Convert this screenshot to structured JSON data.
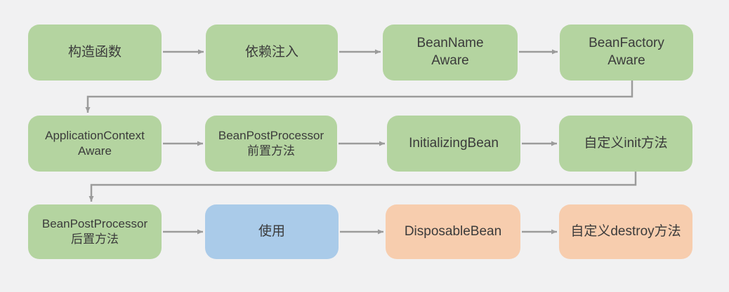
{
  "diagram_title": "Spring Bean lifecycle flowchart",
  "colors": {
    "background": "#f1f1f2",
    "green": "#b4d4a0",
    "blue": "#aacbe9",
    "orange": "#f7cdae",
    "arrow": "#9b9b9b",
    "text": "#3b3b3b"
  },
  "nodes": [
    {
      "id": "constructor",
      "label": "构造函数",
      "color": "green"
    },
    {
      "id": "dependency-injection",
      "label": "依赖注入",
      "color": "green"
    },
    {
      "id": "bean-name-aware",
      "label": "BeanName\nAware",
      "color": "green"
    },
    {
      "id": "bean-factory-aware",
      "label": "BeanFactory\nAware",
      "color": "green"
    },
    {
      "id": "application-context-aware",
      "label": "ApplicationContext\nAware",
      "color": "green"
    },
    {
      "id": "bean-post-processor-before",
      "label": "BeanPostProcessor\n前置方法",
      "color": "green"
    },
    {
      "id": "initializing-bean",
      "label": "InitializingBean",
      "color": "green"
    },
    {
      "id": "custom-init",
      "label": "自定义init方法",
      "color": "green"
    },
    {
      "id": "bean-post-processor-after",
      "label": "BeanPostProcessor\n后置方法",
      "color": "green"
    },
    {
      "id": "in-use",
      "label": "使用",
      "color": "blue"
    },
    {
      "id": "disposable-bean",
      "label": "DisposableBean",
      "color": "orange"
    },
    {
      "id": "custom-destroy",
      "label": "自定义destroy方法",
      "color": "orange"
    }
  ],
  "edges": [
    {
      "from": "constructor",
      "to": "dependency-injection",
      "type": "straight"
    },
    {
      "from": "dependency-injection",
      "to": "bean-name-aware",
      "type": "straight"
    },
    {
      "from": "bean-name-aware",
      "to": "bean-factory-aware",
      "type": "straight"
    },
    {
      "from": "bean-factory-aware",
      "to": "application-context-aware",
      "type": "elbow"
    },
    {
      "from": "application-context-aware",
      "to": "bean-post-processor-before",
      "type": "straight"
    },
    {
      "from": "bean-post-processor-before",
      "to": "initializing-bean",
      "type": "straight"
    },
    {
      "from": "initializing-bean",
      "to": "custom-init",
      "type": "straight"
    },
    {
      "from": "custom-init",
      "to": "bean-post-processor-after",
      "type": "elbow"
    },
    {
      "from": "bean-post-processor-after",
      "to": "in-use",
      "type": "straight"
    },
    {
      "from": "in-use",
      "to": "disposable-bean",
      "type": "straight"
    },
    {
      "from": "disposable-bean",
      "to": "custom-destroy",
      "type": "straight"
    }
  ]
}
